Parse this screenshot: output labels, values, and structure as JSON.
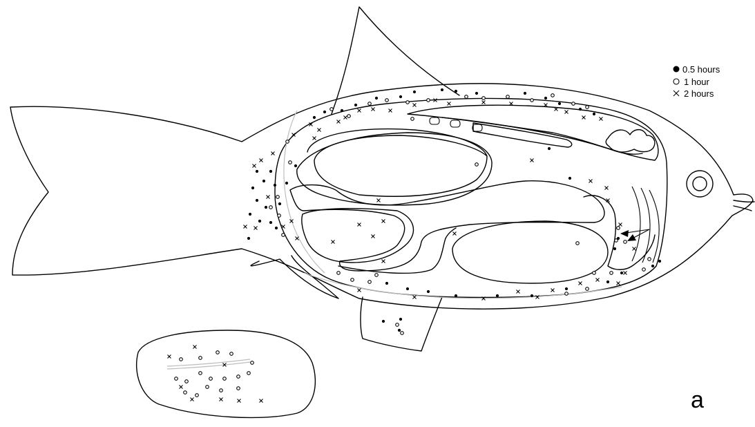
{
  "legend": [
    {
      "symbol": "filled-circle",
      "label": "0.5 hours"
    },
    {
      "symbol": "open-circle",
      "label": "1 hour"
    },
    {
      "symbol": "cross",
      "label": "2 hours"
    }
  ],
  "panel_label": "a"
}
